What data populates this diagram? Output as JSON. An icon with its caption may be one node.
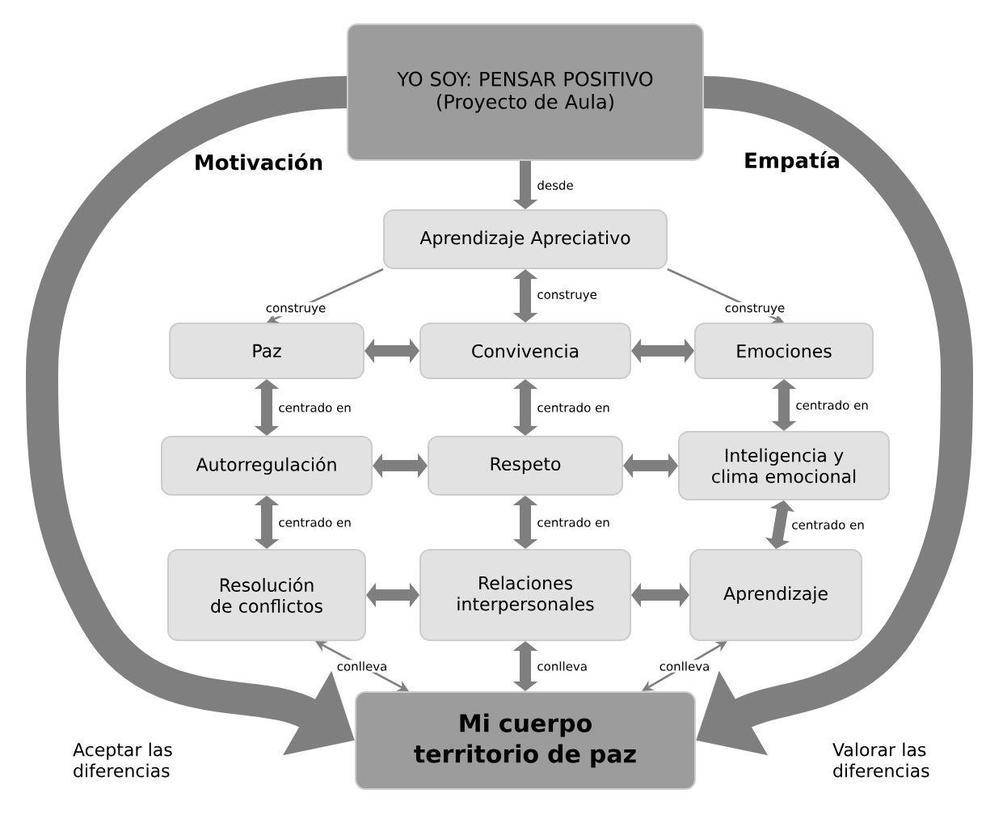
{
  "diagram": {
    "nodes": [
      {
        "text": [
          "YO SOY: PENSAR POSITIVO",
          "(Proyecto de Aula)"
        ]
      },
      {
        "text": [
          "Aprendizaje Apreciativo"
        ]
      },
      {
        "text": [
          "Paz"
        ]
      },
      {
        "text": [
          "Convivencia"
        ]
      },
      {
        "text": [
          "Emociones"
        ]
      },
      {
        "text": [
          "Autorregulación"
        ]
      },
      {
        "text": [
          "Respeto"
        ]
      },
      {
        "text": [
          "Inteligencia y clima emocional"
        ]
      },
      {
        "text": [
          "Resolución de conflictos"
        ]
      },
      {
        "text": [
          "Relaciones interpersonales"
        ]
      },
      {
        "text": [
          "Aprendizaje"
        ]
      },
      {
        "text": [
          "Mi cuerpo territorio de paz"
        ]
      }
    ],
    "edges": [
      {
        "from": 0,
        "to": 1,
        "arrow": "to",
        "label": "desde"
      },
      {
        "from": 1,
        "to": 2,
        "arrow": "to",
        "label": "construye"
      },
      {
        "from": 1,
        "to": 3,
        "arrow": "both",
        "label": "construye"
      },
      {
        "from": 1,
        "to": 4,
        "arrow": "to",
        "label": "construye"
      },
      {
        "from": 2,
        "to": 3,
        "arrow": "both"
      },
      {
        "from": 3,
        "to": 4,
        "arrow": "both"
      },
      {
        "from": 2,
        "to": 5,
        "arrow": "both",
        "label": "centrado en"
      },
      {
        "from": 3,
        "to": 6,
        "arrow": "both",
        "label": "centrado en"
      },
      {
        "from": 4,
        "to": 7,
        "arrow": "both",
        "label": "centrado en"
      },
      {
        "from": 5,
        "to": 6,
        "arrow": "both"
      },
      {
        "from": 6,
        "to": 7,
        "arrow": "both"
      },
      {
        "from": 5,
        "to": 8,
        "arrow": "both",
        "label": "centrado en"
      },
      {
        "from": 6,
        "to": 9,
        "arrow": "both",
        "label": "centrado en"
      },
      {
        "from": 7,
        "to": 10,
        "arrow": "both",
        "label": "centrado en"
      },
      {
        "from": 8,
        "to": 9,
        "arrow": "both"
      },
      {
        "from": 9,
        "to": 10,
        "arrow": "both"
      },
      {
        "from": 8,
        "to": 11,
        "arrow": "both",
        "label": "conlleva"
      },
      {
        "from": 9,
        "to": 11,
        "arrow": "both",
        "label": "conlleva"
      },
      {
        "from": 10,
        "to": 11,
        "arrow": "both",
        "label": "conlleva"
      },
      {
        "from": 0,
        "to": 11,
        "arrow": "to",
        "label": "Motivación",
        "style": "thick"
      },
      {
        "from": 0,
        "to": 11,
        "arrow": "to",
        "label": "Empatía",
        "style": "thick"
      }
    ],
    "labels": [
      "Aceptar las diferencias",
      "Valorar las diferencias"
    ]
  }
}
